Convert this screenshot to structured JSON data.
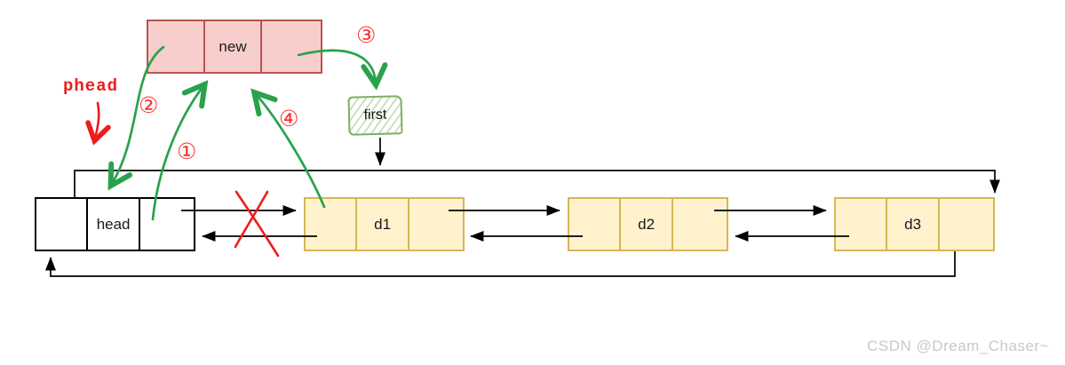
{
  "diagram": {
    "title_hint": "circular doubly linked list insert-new-node-before-first diagram",
    "nodes": {
      "new_label": "new",
      "head_label": "head",
      "d1_label": "d1",
      "d2_label": "d2",
      "d3_label": "d3"
    },
    "variable_box": {
      "label": "first"
    },
    "annotations": {
      "phead": "phead",
      "step1": "①",
      "step2": "②",
      "step3": "③",
      "step4": "④"
    }
  },
  "watermark": {
    "text": "CSDN @Dream_Chaser~"
  },
  "colors": {
    "node_new_fill": "#f8cecc",
    "node_new_stroke": "#b85450",
    "node_data_fill": "#fff2cc",
    "node_data_stroke": "#d6b656",
    "node_head_stroke": "#000000",
    "link_stroke": "#000000",
    "green_arrow": "#2aa24c",
    "red_annotation": "#ee1c1c",
    "step_red": "#ff2d2d",
    "first_box_stroke": "#7dae63",
    "first_box_hatch": "#c9e2bf",
    "watermark_text": "#c8c8c8"
  }
}
